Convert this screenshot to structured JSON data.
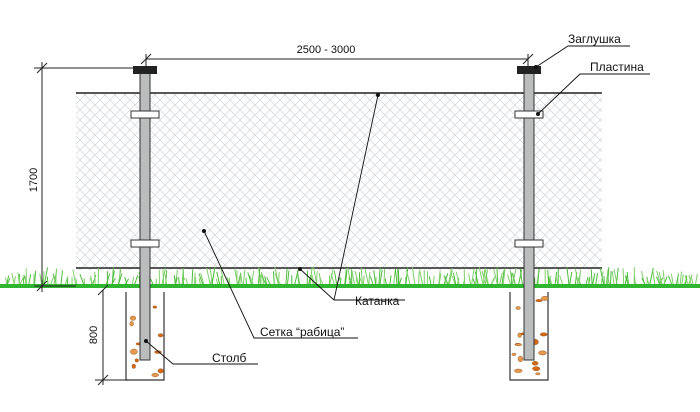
{
  "labels": {
    "width_dimension": "2500 - 3000",
    "height_dimension": "1700",
    "depth_dimension": "800",
    "cap": "Заглушка",
    "plate": "Пластина",
    "wire_rod": "Катанка",
    "mesh": "Сетка “рабица”",
    "post": "Столб"
  },
  "colors": {
    "ground": "#2fb52f",
    "grass": "#4cbb3a",
    "post": "#b9bdbd",
    "post_outline": "#333333",
    "mesh_lines": "#c9cfd2",
    "gravel": "#d26a17",
    "leader_lines": "#111111"
  }
}
